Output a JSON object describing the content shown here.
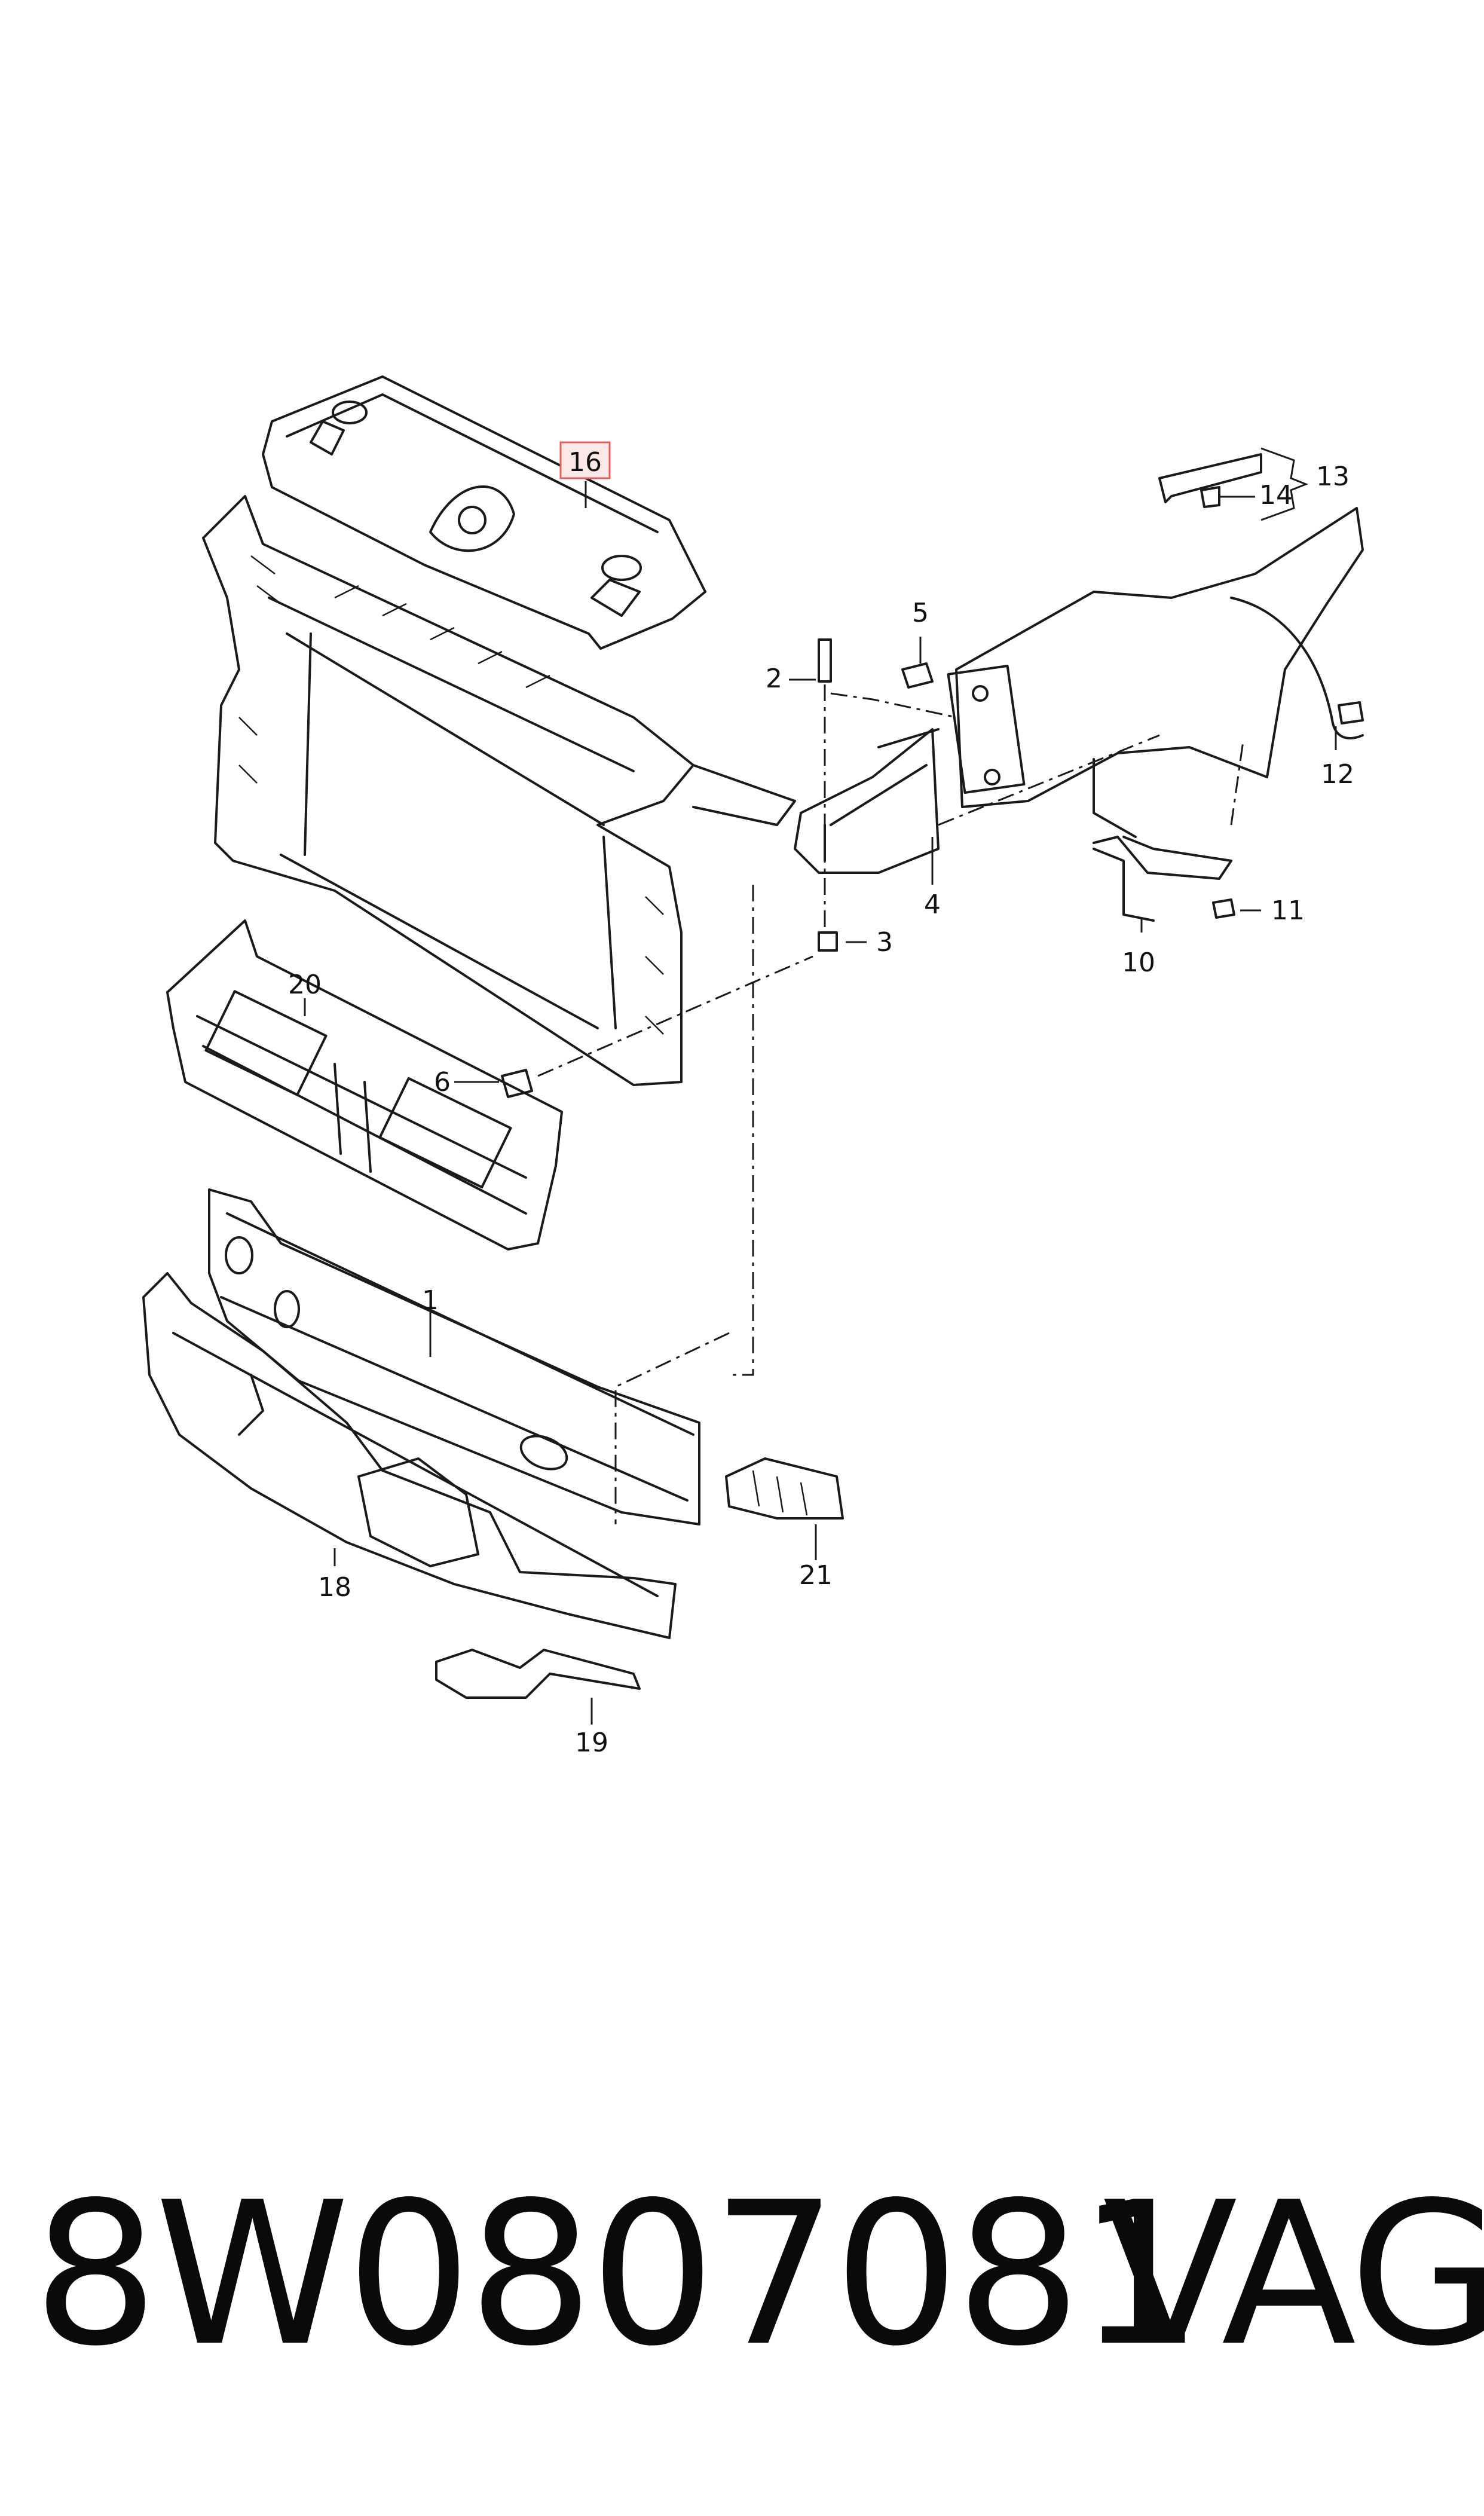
{
  "callouts": {
    "c1": "1",
    "c2": "2",
    "c3": "3",
    "c4": "4",
    "c5": "5",
    "c6": "6",
    "c10": "10",
    "c11": "11",
    "c12": "12",
    "c13": "13",
    "c14": "14",
    "c16": "16",
    "c18": "18",
    "c19": "19",
    "c20": "20",
    "c21": "21"
  },
  "highlight_color": "#e06060",
  "footer": {
    "part_number": "8W0807081",
    "brand": "VAG"
  }
}
